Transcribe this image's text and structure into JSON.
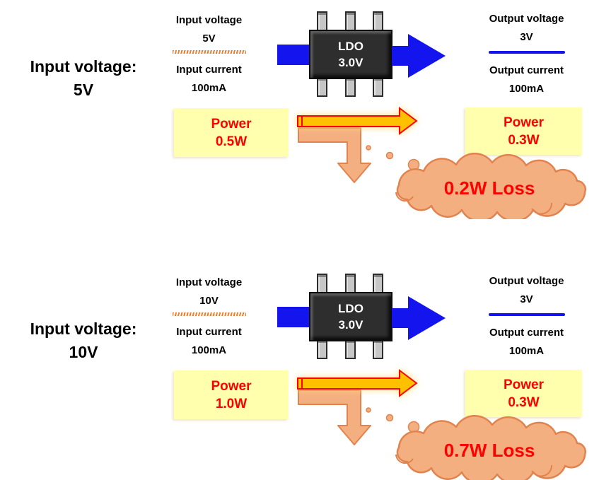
{
  "colors": {
    "arrow_blue": "#1414EE",
    "power_gold": "#FFC000",
    "outline_red": "#FF0000",
    "loss_fill": "#F4AF81",
    "loss_outline": "#E2834E",
    "power_box_yellow": "#FFFFAE",
    "underline_orange": "#ED7D31",
    "chip_body": "#2E2E2E"
  },
  "sections": [
    {
      "side_label": "Input voltage:",
      "side_value": "5V",
      "input": {
        "voltage_label": "Input voltage",
        "voltage_value": "5V",
        "current_label": "Input current",
        "current_value": "100mA"
      },
      "chip": {
        "line1": "LDO",
        "line2": "3.0V"
      },
      "output": {
        "voltage_label": "Output voltage",
        "voltage_value": "3V",
        "current_label": "Output current",
        "current_value": "100mA"
      },
      "power_in": {
        "label": "Power",
        "value": "0.5W"
      },
      "power_out": {
        "label": "Power",
        "value": "0.3W"
      },
      "loss_label": "0.2W Loss"
    },
    {
      "side_label": "Input voltage:",
      "side_value": "10V",
      "input": {
        "voltage_label": "Input voltage",
        "voltage_value": "10V",
        "current_label": "Input current",
        "current_value": "100mA"
      },
      "chip": {
        "line1": "LDO",
        "line2": "3.0V"
      },
      "output": {
        "voltage_label": "Output voltage",
        "voltage_value": "3V",
        "current_label": "Output current",
        "current_value": "100mA"
      },
      "power_in": {
        "label": "Power",
        "value": "1.0W"
      },
      "power_out": {
        "label": "Power",
        "value": "0.3W"
      },
      "loss_label": "0.7W Loss"
    }
  ]
}
